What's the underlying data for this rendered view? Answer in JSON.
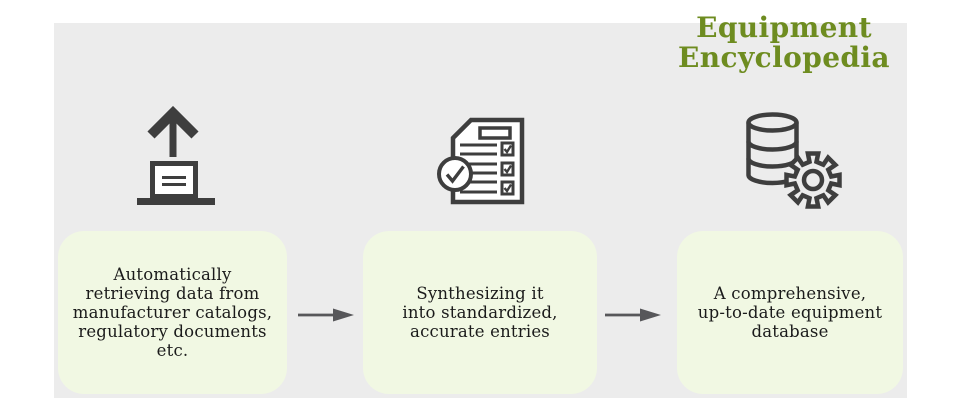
{
  "title": {
    "text": "Equipment\nEncyclopedia"
  },
  "steps": [
    {
      "icon": "upload-box-icon",
      "text": "Automatically\nretrieving data from\nmanufacturer catalogs,\nregulatory documents\netc."
    },
    {
      "icon": "checklist-document-icon",
      "text": "Synthesizing it\ninto standardized,\naccurate entries"
    },
    {
      "icon": "database-gear-icon",
      "text": "A comprehensive,\nup-to-date equipment\ndatabase"
    }
  ],
  "colors": {
    "title_text": "#6e8c20",
    "panel_background": "#ececec",
    "card_background": "#f1f8e3",
    "card_text": "#1b1b1b",
    "icon_stroke": "#3e3e3e",
    "arrow": "#57575a",
    "page_background": "#ffffff"
  }
}
